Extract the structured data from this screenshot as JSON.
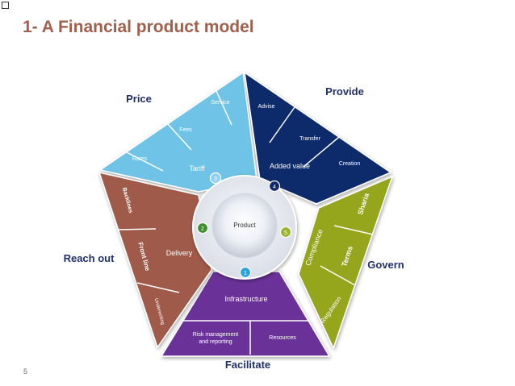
{
  "title": "1- A Financial product model",
  "page_number": "5",
  "center": "Product",
  "segments": {
    "price": {
      "label": "Price",
      "main": "Tariff",
      "items": [
        "Rates",
        "Fees",
        "Service"
      ],
      "badge": "3",
      "color": "#6ec3e6"
    },
    "provide": {
      "label": "Provide",
      "main": "Added value",
      "items": [
        "Advise",
        "Transfer",
        "Creation"
      ],
      "badge": "4",
      "color": "#0f2a6b"
    },
    "govern": {
      "label": "Govern",
      "main": "Compliance",
      "items": [
        "Sharia",
        "Terms",
        "Regulation"
      ],
      "badge": "5",
      "color": "#95a51c"
    },
    "facilitate": {
      "label": "Facilitate",
      "main": "Infrastructure",
      "items": [
        "Risk management",
        "and reporting",
        "Resources"
      ],
      "badge": "1",
      "color": "#6b3399"
    },
    "reach": {
      "label": "Reach out",
      "main": "Delivery",
      "items": [
        "Backlines",
        "Front line",
        "Underwriting"
      ],
      "badge": "2",
      "color": "#a05a48"
    }
  },
  "colors": {
    "title": "#a0604b",
    "labels": "#1f2f6b",
    "badge_blue": "#29a3d9",
    "badge_green": "#3d8f2c",
    "badge_navy": "#0f2a6b",
    "badge_lime": "#9ab52b"
  }
}
